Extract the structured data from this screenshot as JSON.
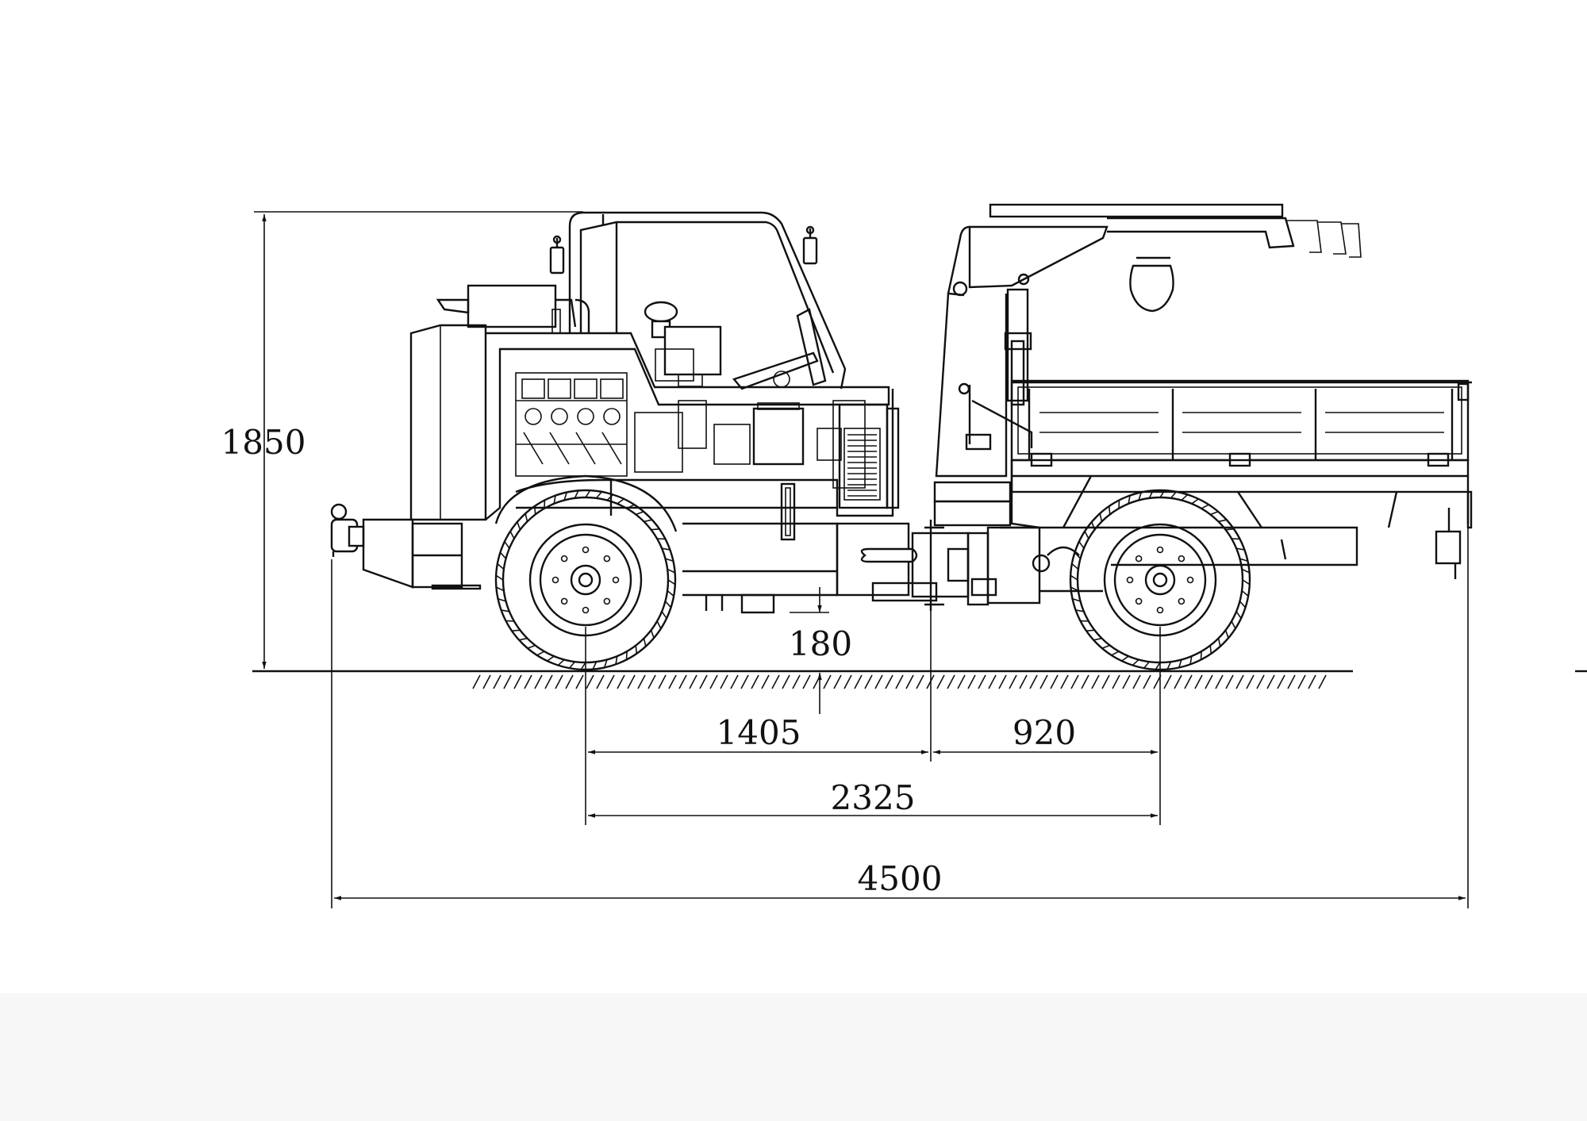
{
  "dimensions": {
    "overall_height": "1850",
    "ground_clearance": "180",
    "front_axle_to_articulation": "1405",
    "articulation_to_rear_axle": "920",
    "wheelbase": "2325",
    "overall_length": "4500"
  },
  "colors": {
    "line": "#111111",
    "sheet": "#ffffff",
    "margin": "#f7f7f7"
  }
}
